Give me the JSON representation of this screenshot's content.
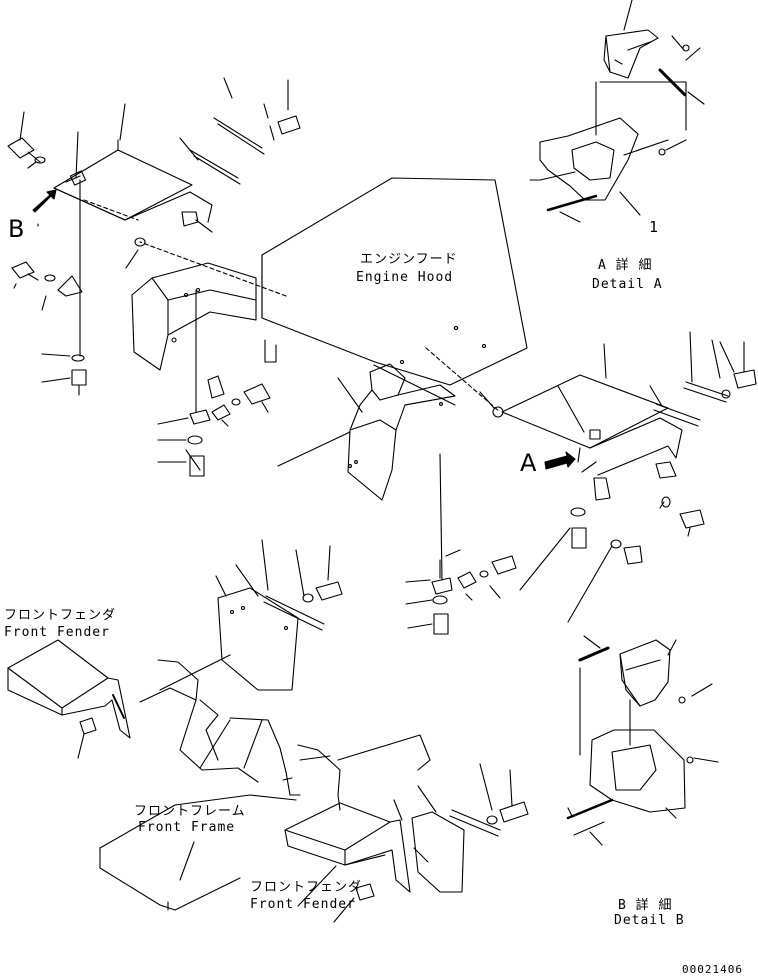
{
  "labels": {
    "engine_hood_jp": "エンジンフード",
    "engine_hood_en": "Engine Hood",
    "detail_a_jp": "A 詳 細",
    "detail_a_en": "Detail A",
    "detail_b_jp": "B 詳 細",
    "detail_b_en": "Detail B",
    "front_fender_left_jp": "フロントフェンダ",
    "front_fender_left_en": "Front Fender",
    "front_frame_jp": "フロントフレーム",
    "front_frame_en": "Front Frame",
    "front_fender_right_jp": "フロントフェンダ",
    "front_fender_right_en": "Front Fender",
    "view_b": "B",
    "view_a": "A",
    "callout_1": "1",
    "doc_number": "00021406"
  }
}
